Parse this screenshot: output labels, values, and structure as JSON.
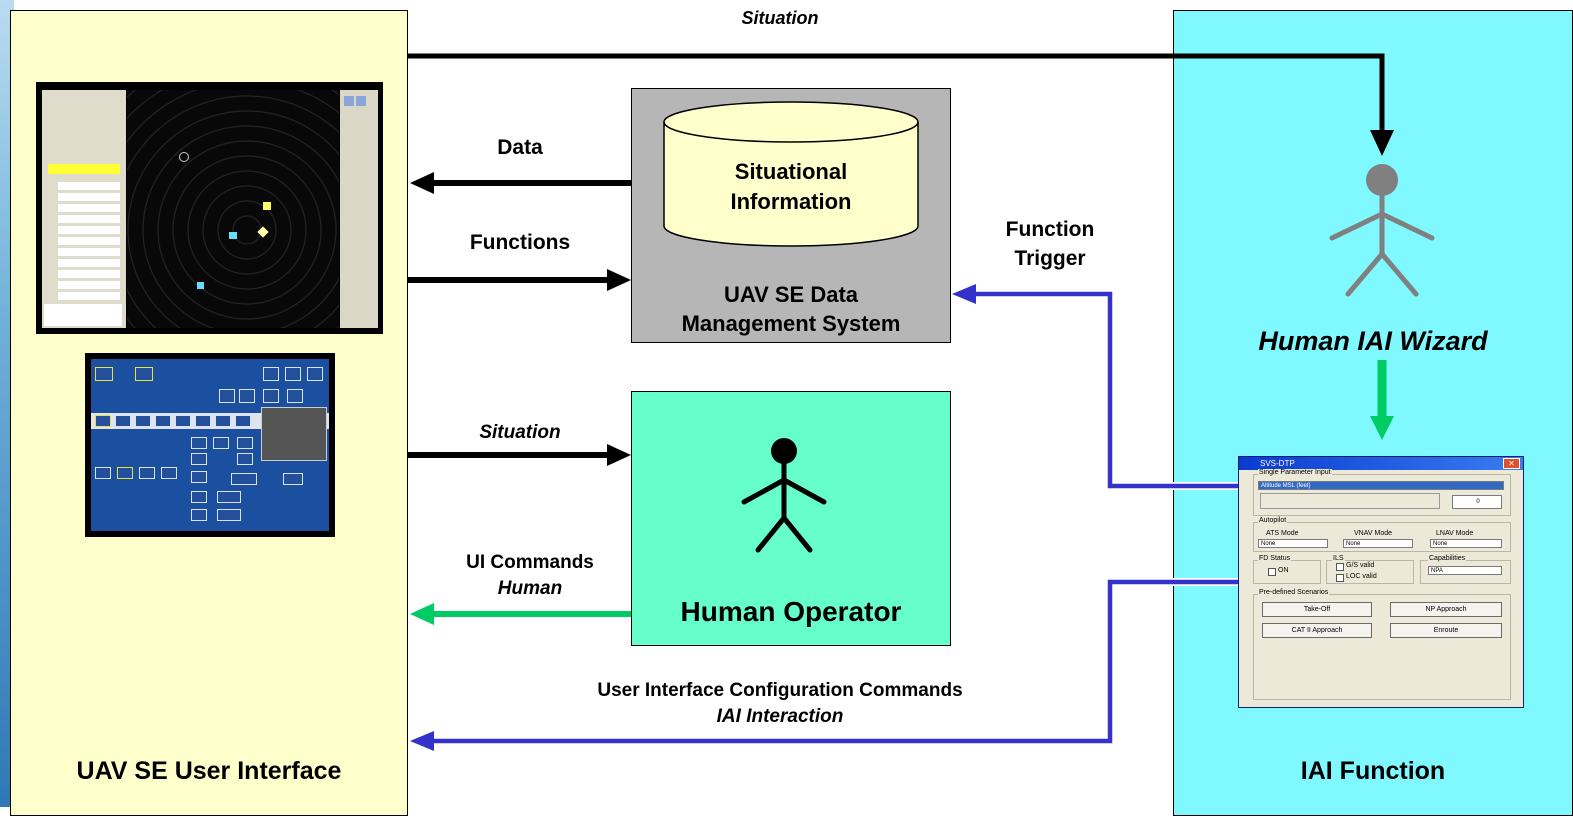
{
  "panels": {
    "ui": "UAV SE User Interface",
    "iai": "IAI Function"
  },
  "top_flow": {
    "situation": "Situation"
  },
  "dms": {
    "db_line1": "Situational",
    "db_line2": "Information",
    "title_line1": "UAV SE Data",
    "title_line2": "Management System"
  },
  "arrows": {
    "data": "Data",
    "functions": "Functions",
    "function_trigger_1": "Function",
    "function_trigger_2": "Trigger",
    "situation": "Situation",
    "ui_commands": "UI Commands",
    "human": "Human",
    "config_commands": "User Interface Configuration Commands",
    "iai_interaction": "IAI Interaction"
  },
  "operator": {
    "title": "Human Operator"
  },
  "wizard": {
    "title": "Human IAI Wizard"
  },
  "dialog": {
    "title": "SVS-DTP",
    "single_param": "Single Parameter Input",
    "param_select": "Altitude MSL (feet)",
    "param_value": "0",
    "autopilot": "Autopilot",
    "ats_mode": "ATS Mode",
    "vnav_mode": "VNAV Mode",
    "lnav_mode": "LNAV Mode",
    "ats_value": "None",
    "vnav_value": "None",
    "lnav_value": "None",
    "fd_status": "FD Status",
    "fd_on": "ON",
    "ils": "ILS",
    "gs_valid": "G/S valid",
    "loc_valid": "LOC valid",
    "capabilities": "Capabilities",
    "cap_value": "NPA",
    "scenarios": "Pre-defined Scenarios",
    "takeoff": "Take-Off",
    "np_approach": "NP Approach",
    "cat2_approach": "CAT II Approach",
    "enroute": "Enroute"
  },
  "colors": {
    "ui_panel": "#ffffcc",
    "iai_panel": "#7ff9ff",
    "dms_box": "#b6b6b6",
    "operator_box": "#66ffcc",
    "db_fill": "#ffffcc",
    "blue_arrow": "#3333cc",
    "green_arrow": "#00cc66",
    "wizard_figure": "#808080"
  }
}
